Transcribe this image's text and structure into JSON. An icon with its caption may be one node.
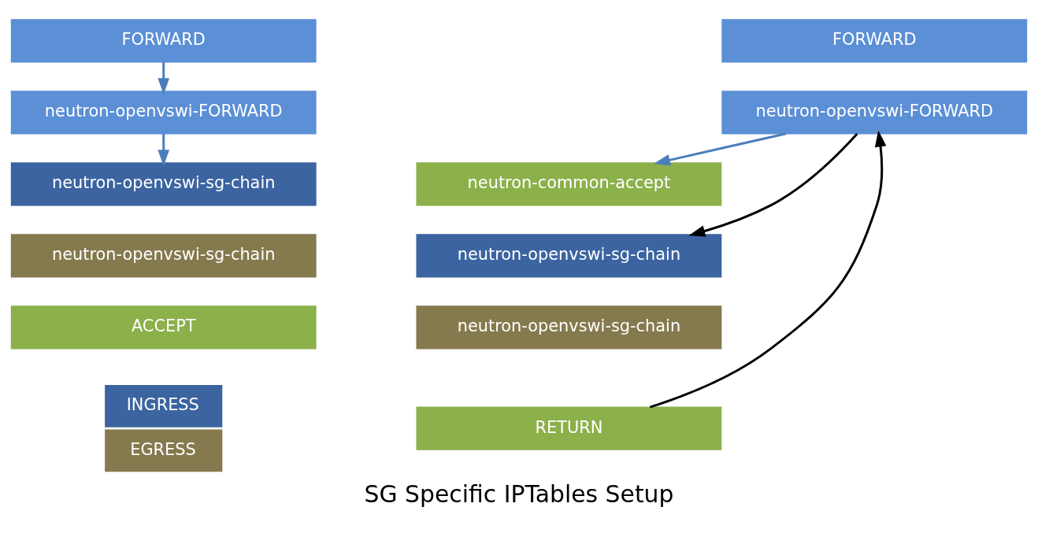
{
  "diagram": {
    "caption": "SG Specific IPTables Setup",
    "nodes": [
      {
        "text": [
          "FORWARD"
        ]
      },
      {
        "text": [
          "neutron-openvswi-FORWARD"
        ]
      },
      {
        "text": [
          "neutron-openvswi-sg-chain"
        ]
      },
      {
        "text": [
          "neutron-openvswi-sg-chain"
        ]
      },
      {
        "text": [
          "ACCEPT"
        ]
      },
      {
        "text": [
          "FORWARD"
        ]
      },
      {
        "text": [
          "neutron-openvswi-FORWARD"
        ]
      },
      {
        "text": [
          "neutron-common-accept"
        ]
      },
      {
        "text": [
          "neutron-openvswi-sg-chain"
        ]
      },
      {
        "text": [
          "neutron-openvswi-sg-chain"
        ]
      },
      {
        "text": [
          "RETURN"
        ]
      }
    ],
    "edges": [
      {
        "from": 0,
        "to": 1,
        "arrow": "to"
      },
      {
        "from": 1,
        "to": 2,
        "arrow": "to"
      },
      {
        "from": 6,
        "to": 7,
        "arrow": "to"
      },
      {
        "from": 6,
        "to": 8,
        "arrow": "to",
        "color": "#000000"
      },
      {
        "from": 10,
        "to": 6,
        "arrow": "to",
        "color": "#000000"
      }
    ],
    "legend": [
      {
        "text": "INGRESS",
        "color": "#3b64a0"
      },
      {
        "text": "EGRESS",
        "color": "#857a4e"
      }
    ]
  }
}
